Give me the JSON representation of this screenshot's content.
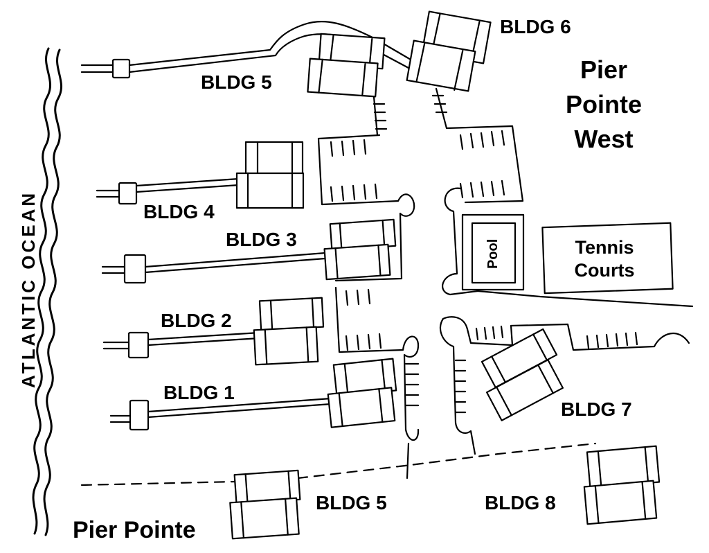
{
  "map": {
    "ocean_label": "ATLANTIC OCEAN",
    "complex_west": {
      "line1": "Pier",
      "line2": "Pointe",
      "line3": "West"
    },
    "complex_south": "Pier Pointe",
    "buildings": {
      "bldg1": "BLDG 1",
      "bldg2": "BLDG 2",
      "bldg3": "BLDG 3",
      "bldg4": "BLDG 4",
      "bldg5_north": "BLDG 5",
      "bldg5_south": "BLDG 5",
      "bldg6": "BLDG 6",
      "bldg7": "BLDG 7",
      "bldg8": "BLDG 8"
    },
    "amenities": {
      "pool": "Pool",
      "tennis_line1": "Tennis",
      "tennis_line2": "Courts"
    }
  }
}
